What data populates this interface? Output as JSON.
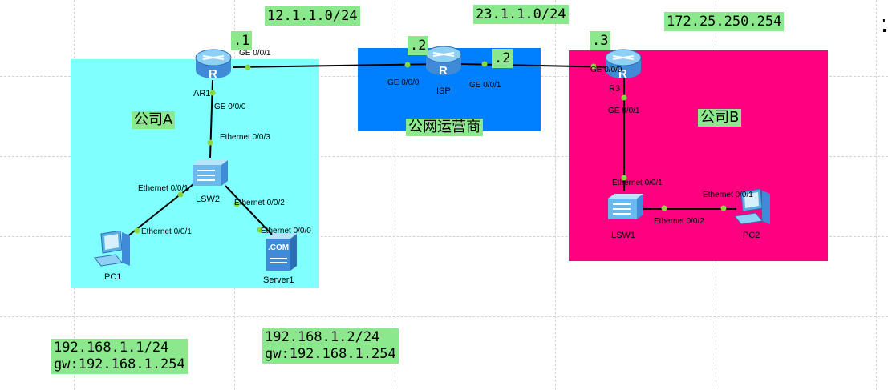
{
  "networks": {
    "net_ar1_isp": "12.1.1.0/24",
    "net_isp_r3": "23.1.1.0/24",
    "public_ip": "172.25.250.254"
  },
  "host_tags": {
    "ar1": ".1",
    "isp_left": ".2",
    "isp_right": ".2",
    "r3": ".3"
  },
  "zones": {
    "company_a": "公司A",
    "isp": "公网运营商",
    "company_b": "公司B"
  },
  "devices": {
    "ar1": "AR1",
    "isp": "ISP",
    "r3": "R3",
    "lsw2": "LSW2",
    "lsw1": "LSW1",
    "pc1": "PC1",
    "pc2": "PC2",
    "server1": "Server1",
    "server_logo": ".COM"
  },
  "ports": {
    "ar1_ge001": "GE 0/0/1",
    "ar1_ge000": "GE 0/0/0",
    "isp_ge000": "GE 0/0/0",
    "isp_ge001": "GE 0/0/1",
    "r3_ge000": "GE 0/0/0",
    "r3_ge001": "GE 0/0/1",
    "lsw2_e003": "Ethernet 0/0/3",
    "lsw2_e001": "Ethernet 0/0/1",
    "lsw2_e002": "Ethernet 0/0/2",
    "pc1_e001": "Ethernet 0/0/1",
    "server_e000": "Ethernet 0/0/0",
    "lsw1_e001": "Ethernet 0/0/1",
    "lsw1_e002": "Ethernet 0/0/2",
    "pc2_e001": "Ethernet 0/0/1"
  },
  "hosts": {
    "pc1_ip": "192.168.1.1/24",
    "pc1_gw": "gw:192.168.1.254",
    "server_ip": "192.168.1.2/24",
    "server_gw": "gw:192.168.1.254"
  },
  "colors": {
    "company_a": "#80ffff",
    "isp": "#0080ff",
    "company_b": "#ff0080",
    "label_bg": "#8ce88c",
    "port_dot": "#8bd63b"
  }
}
